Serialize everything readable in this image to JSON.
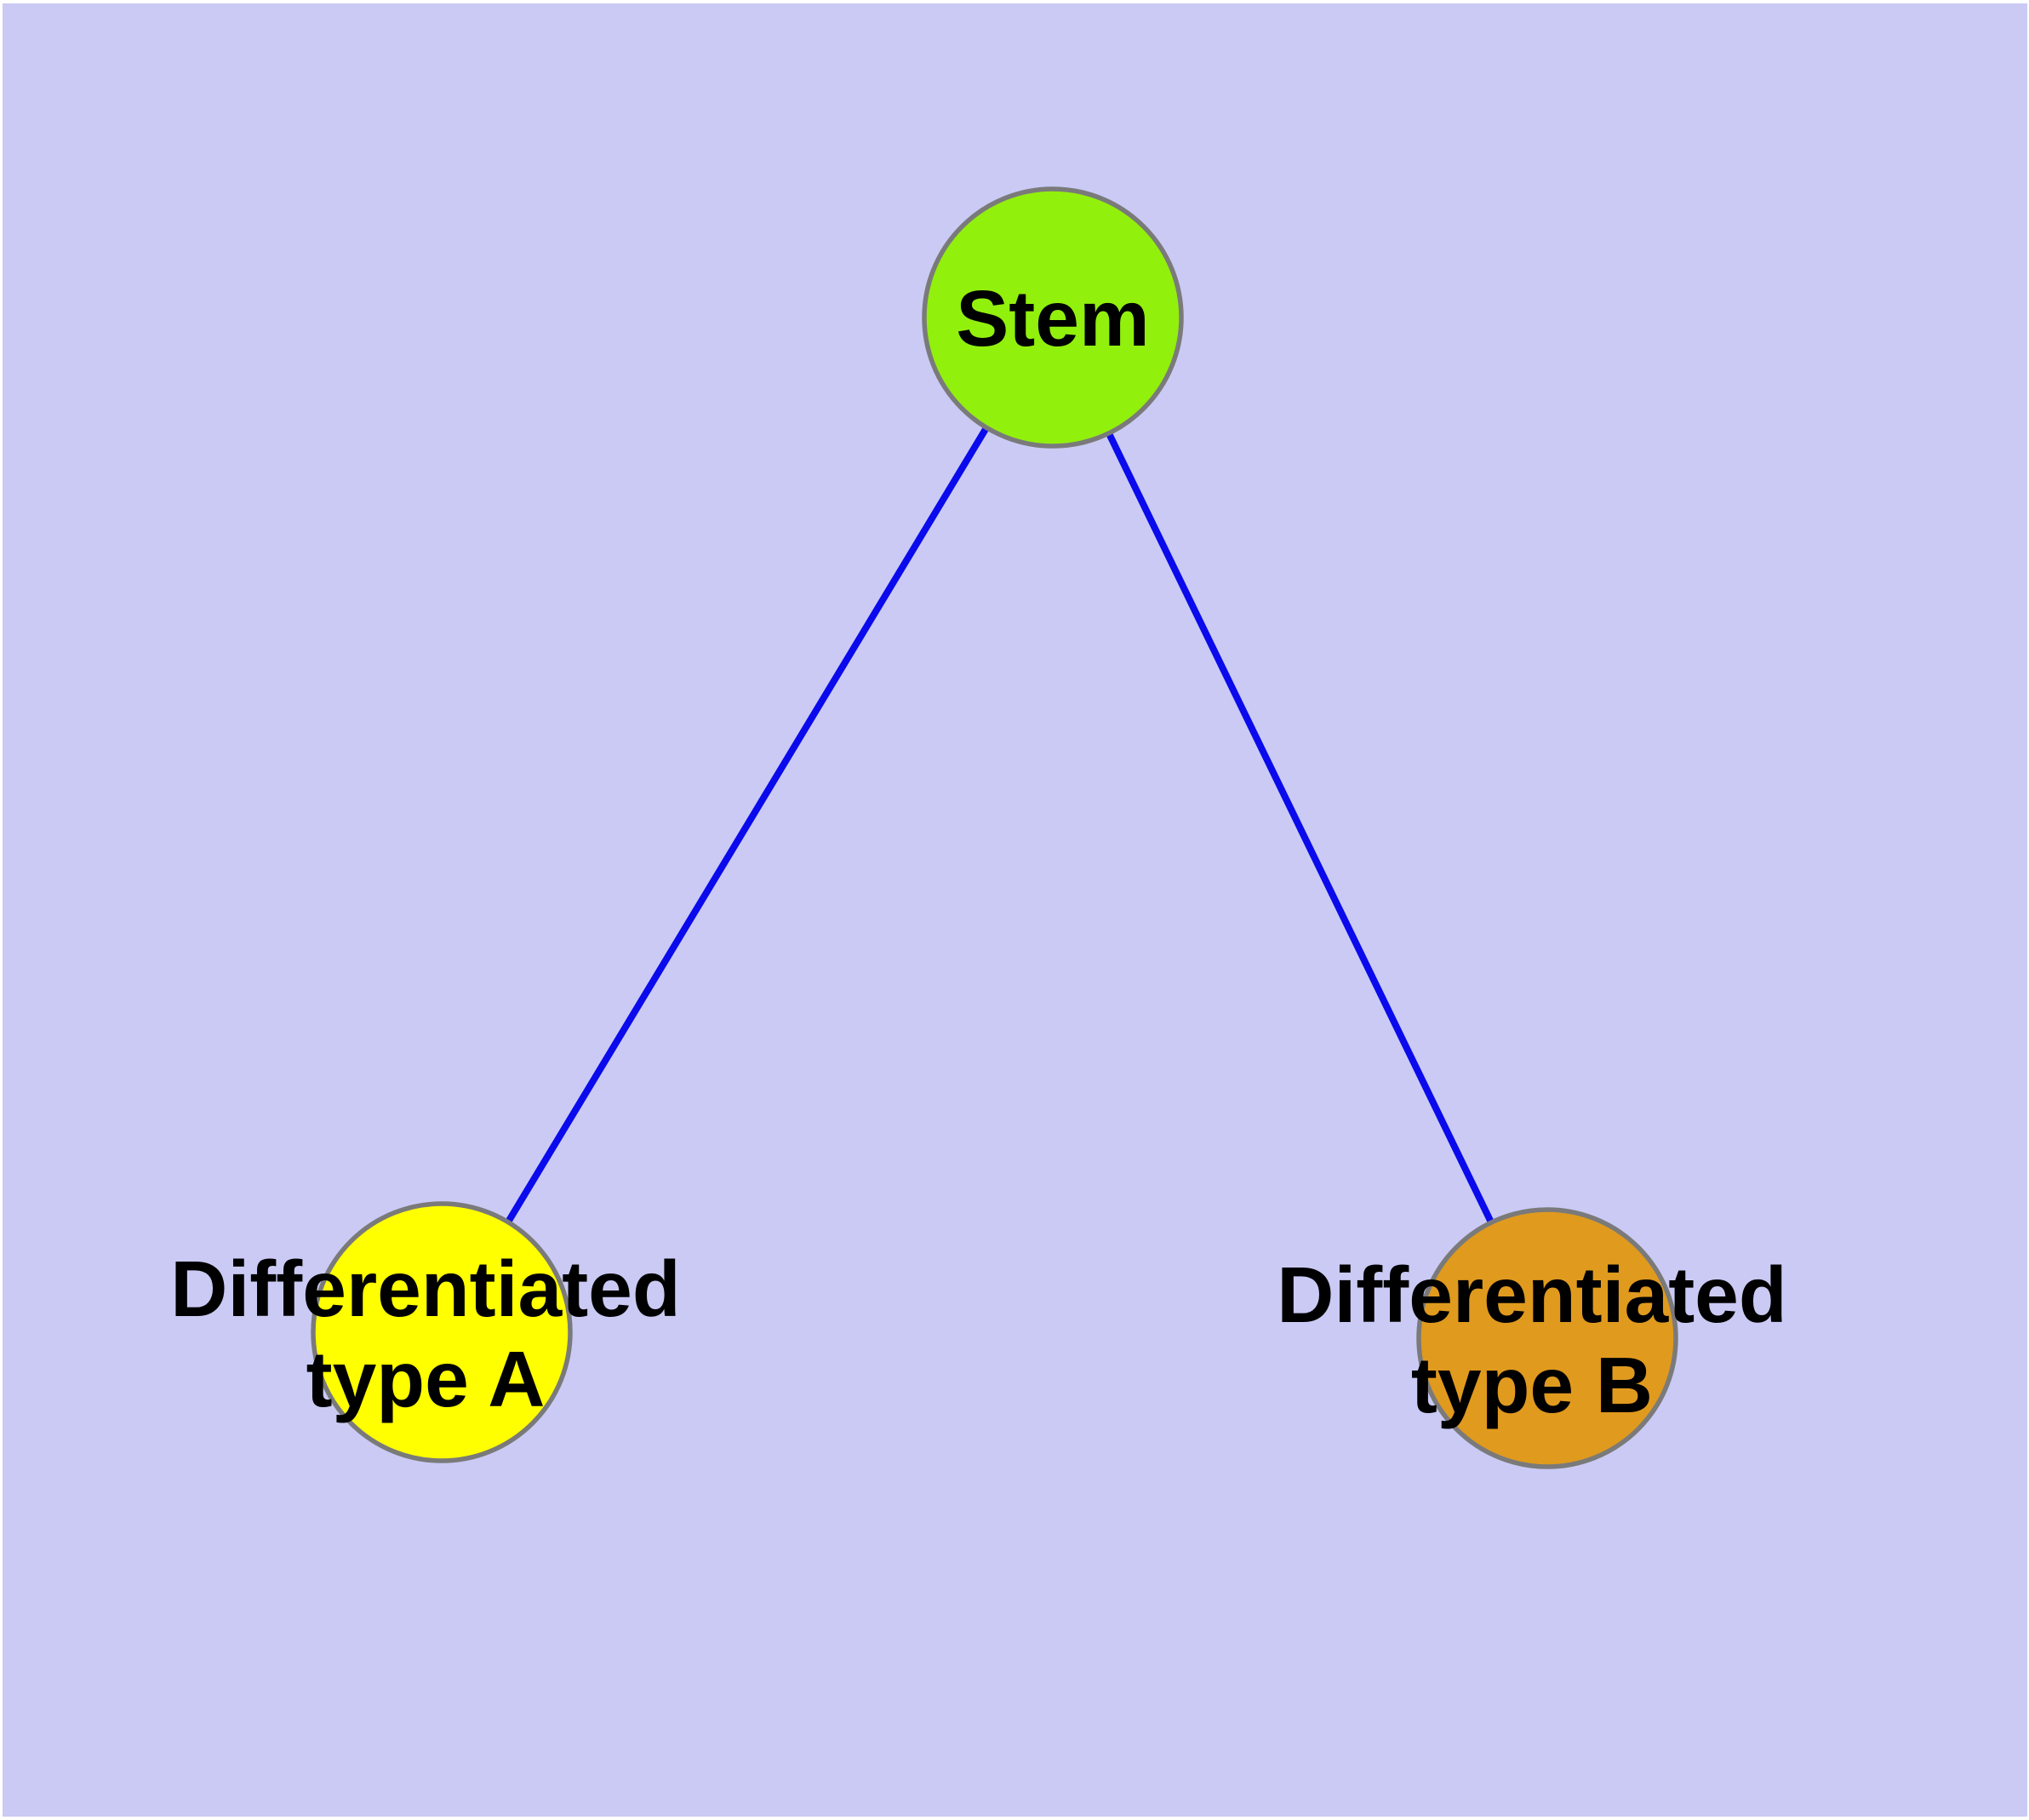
{
  "diagram": {
    "type": "node-link-graph",
    "background_color": "#CACAF5",
    "page_border_color": "#FFFFFF",
    "edge_color": "#0A0AEC",
    "node_border_color": "#7A7A7A",
    "label_color": "#000000",
    "nodes": [
      {
        "id": "stem",
        "label": "Stem",
        "fill": "#92F00D"
      },
      {
        "id": "differentiated-type-a",
        "label_line1": "Differentiated",
        "label_line2": "type A",
        "fill": "#FFFF00"
      },
      {
        "id": "differentiated-type-b",
        "label_line1": "Differentiated",
        "label_line2": "type B",
        "fill": "#E09A1E"
      }
    ],
    "edges": [
      {
        "from": "Stem",
        "to": "Differentiated type A"
      },
      {
        "from": "Stem",
        "to": "Differentiated type B"
      }
    ]
  }
}
